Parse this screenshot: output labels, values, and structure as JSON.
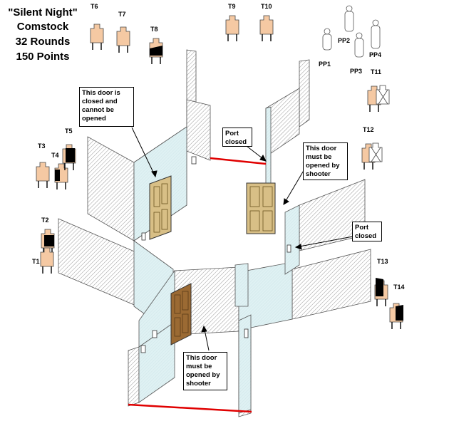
{
  "title": {
    "line1": "\"Silent Night\"",
    "line2": "Comstock",
    "line3": "32 Rounds",
    "line4": "150 Points"
  },
  "targets": {
    "t1": "T1",
    "t2": "T2",
    "t3": "T3",
    "t4": "T4",
    "t5": "T5",
    "t6": "T6",
    "t7": "T7",
    "t8": "T8",
    "t9": "T9",
    "t10": "T10",
    "t11": "T11",
    "t12": "T12",
    "t13": "T13",
    "t14": "T14"
  },
  "poppers": {
    "pp1": "PP1",
    "pp2": "PP2",
    "pp3": "PP3",
    "pp4": "PP4"
  },
  "callouts": {
    "door_closed": "This door is closed and cannot be opened",
    "port_closed_1": "Port closed",
    "door_opened_right": "This door must be opened by shooter",
    "port_closed_2": "Port closed",
    "door_opened_bottom": "This door must be opened by shooter"
  },
  "colors": {
    "target_tan": "#f5c9a3",
    "no_shoot_white": "#ffffff",
    "wall_light_blue": "#dff1f3",
    "wall_hatch": "#8a8a8a",
    "fault_line_red": "#e00000",
    "door_tan": "#d8bf86",
    "door_brown": "#9b6a33"
  }
}
